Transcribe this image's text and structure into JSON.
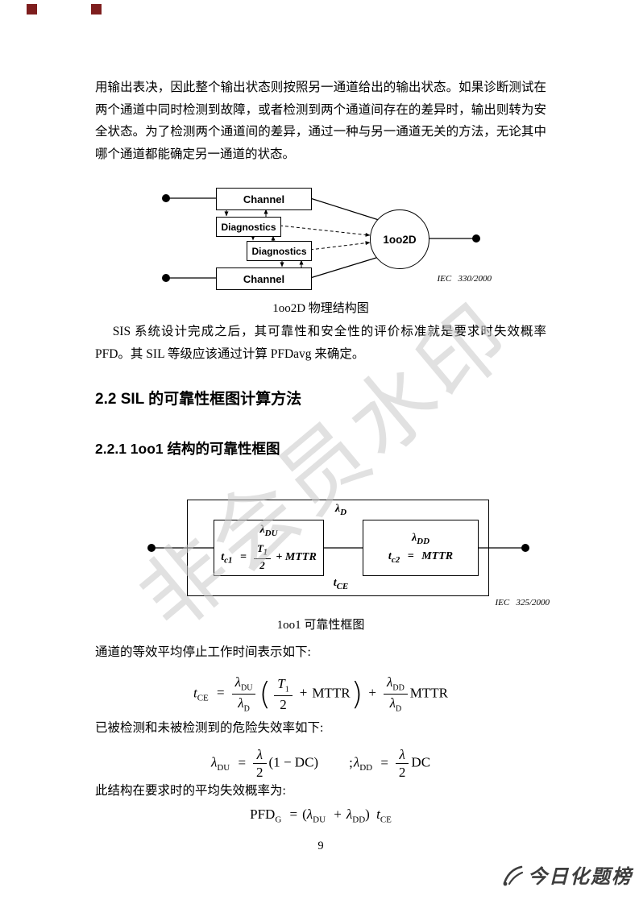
{
  "page": {
    "number": "9"
  },
  "colors": {
    "corner_marker": "#7e1e1e",
    "watermark": "#c9c9c9",
    "brand_text": "#3d3d3d"
  },
  "watermark": {
    "text": "非会员水印"
  },
  "paragraphs": {
    "p1": "用输出表决，因此整个输出状态则按照另一通道给出的输出状态。如果诊断测试在两个通道中同时检测到故障，或者检测到两个通道间存在的差异时，输出则转为安全状态。为了检测两个通道间的差异，通过一种与另一通道无关的方法，无论其中哪个通道都能确定另一通道的状态。",
    "p2": "SIS 系统设计完成之后，其可靠性和安全性的评价标准就是要求时失效概率 PFD。其 SIL 等级应该通过计算 PFDavg 来确定。",
    "label_tce": "通道的等效平均停止工作时间表示如下:",
    "label_lambda": "已被检测和未被检测到的危险失效率如下:",
    "label_pfd": "此结构在要求时的平均失效概率为:"
  },
  "headings": {
    "h22": "2.2 SIL 的可靠性框图计算方法",
    "h221": "2.2.1 1oo1 结构的可靠性框图"
  },
  "diagram1": {
    "channel_top": "Channel",
    "diagnostics1": "Diagnostics",
    "diagnostics2": "Diagnostics",
    "channel_bottom": "Channel",
    "voter": "1oo2D",
    "iec_ref": "IEC   330/2000",
    "caption": "1oo2D 物理结构图"
  },
  "diagram2": {
    "lambda_d": "λ",
    "lambda_d_sub": "D",
    "box1": {
      "lam": "λ",
      "lam_sub": "DU",
      "t": "t",
      "t_sub": "c1",
      "eq": "=",
      "frac_num": "T",
      "frac_num_sub": "1",
      "frac_den": "2",
      "tail": "+ MTTR"
    },
    "box2": {
      "lam": "λ",
      "lam_sub": "DD",
      "t": "t",
      "t_sub": "c2",
      "eq": "=",
      "tail": "MTTR"
    },
    "t_ce": "t",
    "t_ce_sub": "CE",
    "iec_ref": "IEC   325/2000",
    "caption": "1oo1 可靠性框图"
  },
  "formulas": {
    "f1": {
      "lhs": "t",
      "lhs_sub": "CE",
      "eq": "=",
      "fa_num": "λ",
      "fa_num_sub": "DU",
      "fa_den": "λ",
      "fa_den_sub": "D",
      "lp": "(",
      "fb_num": "T",
      "fb_num_sub": "1",
      "fb_den": "2",
      "plus1": "+",
      "mttr1": "MTTR",
      "rp": ")",
      "plus2": "+",
      "fc_num": "λ",
      "fc_num_sub": "DD",
      "fc_den": "λ",
      "fc_den_sub": "D",
      "mttr2": "MTTR"
    },
    "f2": {
      "l1": "λ",
      "l1_sub": "DU",
      "eq1": "=",
      "fa_num": "λ",
      "fa_den": "2",
      "paren": "(1 − DC)",
      "sep": ";",
      "l2": "λ",
      "l2_sub": "DD",
      "eq2": "=",
      "fb_num": "λ",
      "fb_den": "2",
      "dc": "DC"
    },
    "f3": {
      "lhs": "PFD",
      "lhs_sub": "G",
      "eq": "=",
      "lp": "(",
      "a": "λ",
      "a_sub": "DU",
      "plus": "+",
      "b": "λ",
      "b_sub": "DD",
      "rp": ")",
      "t": "t",
      "t_sub": "CE"
    }
  },
  "brand": {
    "text": "今日化题榜"
  }
}
